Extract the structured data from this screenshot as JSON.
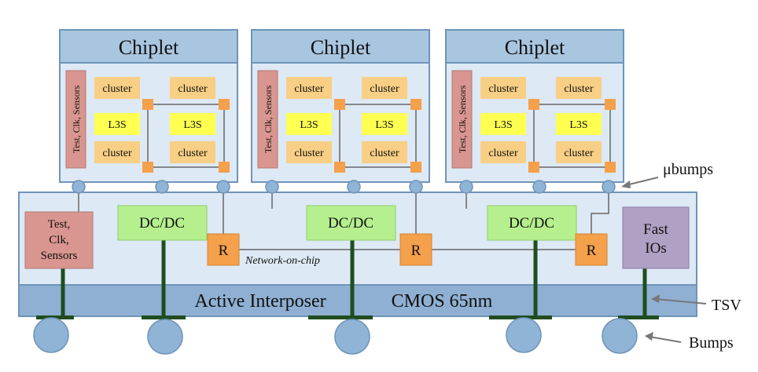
{
  "chiplets": [
    {
      "title": "Chiplet",
      "side_label": "Test, Clk, Sensors",
      "clusters": [
        "cluster",
        "cluster",
        "cluster",
        "cluster"
      ],
      "l3s": [
        "L3S",
        "L3S"
      ]
    },
    {
      "title": "Chiplet",
      "side_label": "Test, Clk, Sensors",
      "clusters": [
        "cluster",
        "cluster",
        "cluster",
        "cluster"
      ],
      "l3s": [
        "L3S",
        "L3S"
      ]
    },
    {
      "title": "Chiplet",
      "side_label": "Test, Clk, Sensors",
      "clusters": [
        "cluster",
        "cluster",
        "cluster",
        "cluster"
      ],
      "l3s": [
        "L3S",
        "L3S"
      ]
    }
  ],
  "interposer": {
    "test_block": [
      "Test,",
      "Clk,",
      "Sensors"
    ],
    "dcdc": [
      "DC/DC",
      "DC/DC",
      "DC/DC"
    ],
    "router": [
      "R",
      "R",
      "R"
    ],
    "noc_label": "Network-on-chip",
    "fast_io": [
      "Fast",
      "IOs"
    ],
    "active_label": "Active Interposer",
    "cmos_label": "CMOS 65nm"
  },
  "callouts": {
    "ubumps": "μbumps",
    "tsv": "TSV",
    "bumps": "Bumps"
  },
  "colors": {
    "chiplet_border": "#6f94b8",
    "chiplet_title_bg": "#a9c6e0",
    "panel_bg": "#dde9f5",
    "cluster": "#f8cf85",
    "l3s": "#ffff52",
    "router": "#f5a04b",
    "dcdc": "#b6f08e",
    "test_block": "#d9958f",
    "fast_io": "#b0a0c4",
    "interposer_band": "#8fb0d2",
    "bump": "#8fb4d6",
    "tsv": "#1f4d1f"
  }
}
